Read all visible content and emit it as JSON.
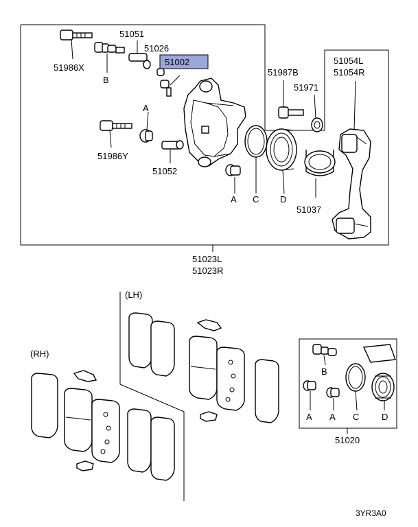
{
  "labels": {
    "p51051": "51051",
    "p51026": "51026",
    "p51002": "51002",
    "p51986x": "51986X",
    "b1": "B",
    "a1": "A",
    "p51986y": "51986Y",
    "p51052": "51052",
    "p51987b": "51987B",
    "p51971": "51971",
    "p51054l": "51054L",
    "p51054r": "51054R",
    "a2": "A",
    "c1": "C",
    "d1": "D",
    "p51037": "51037",
    "p51023l": "51023L",
    "p51023r": "51023R",
    "lh": "(LH)",
    "rh": "(RH)",
    "b2": "B",
    "a3": "A",
    "a4": "A",
    "c2": "C",
    "d2": "D",
    "p51020": "51020",
    "code": "3YR3A0"
  },
  "highlight_color": "#9aa7d8"
}
